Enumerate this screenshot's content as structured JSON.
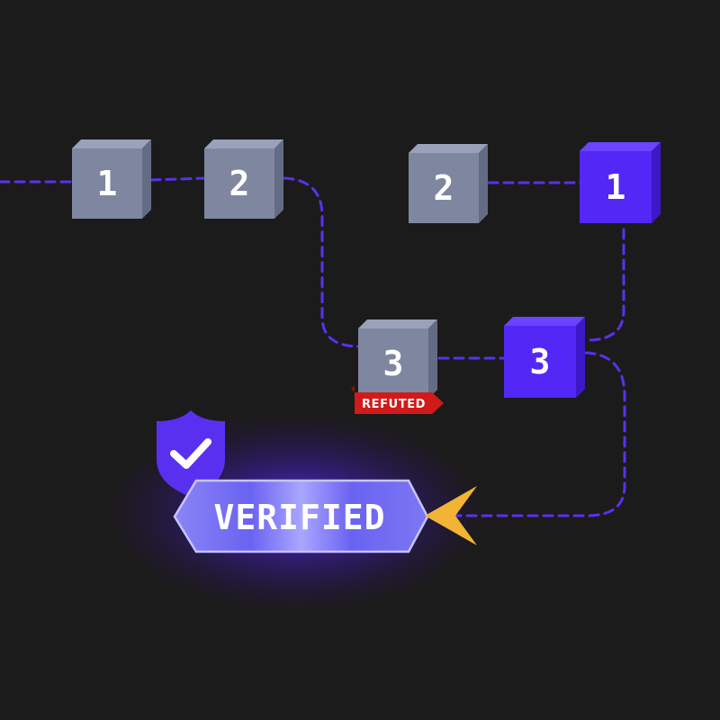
{
  "blocks": [
    {
      "label": "1",
      "state": "default"
    },
    {
      "label": "2",
      "state": "default"
    },
    {
      "label": "2",
      "state": "default"
    },
    {
      "label": "1",
      "state": "highlighted"
    },
    {
      "label": "3",
      "state": "refuted"
    },
    {
      "label": "3",
      "state": "highlighted"
    }
  ],
  "refuted_label": "REFUTED",
  "verified_label": "VERIFIED",
  "colors": {
    "background": "#1c1b1b",
    "gray_block": "#7f86a0",
    "purple_block": "#5327f5",
    "chain_line": "#5a30f0",
    "refuted_ribbon": "#d11a1a",
    "arrow": "#f2b435",
    "shield": "#5a30f0"
  }
}
